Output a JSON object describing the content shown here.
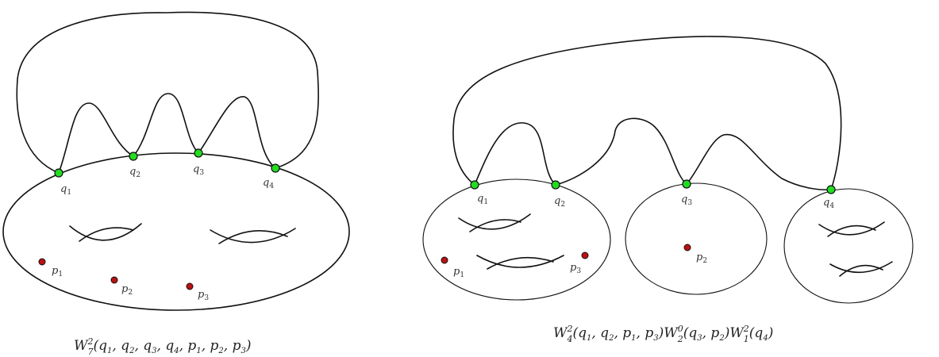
{
  "colors": {
    "marked_point": "#22dd22",
    "puncture": "#bb1111",
    "curve": "#111111"
  },
  "left": {
    "marked_points": [
      "q1",
      "q2",
      "q3",
      "q4"
    ],
    "punctures": [
      "p1",
      "p2",
      "p3"
    ],
    "caption": "W_7^2(q_1, q_2, q_3, q_4, p_1, p_2, p_3)"
  },
  "right": {
    "marked_points": [
      "q1",
      "q2",
      "q3",
      "q4"
    ],
    "punctures": [
      "p1",
      "p3",
      "p2"
    ],
    "caption": "W_4^2(q_1, q_2, p_1, p_3) W_2^0(q_3, p_2) W_1^2(q_4)"
  }
}
